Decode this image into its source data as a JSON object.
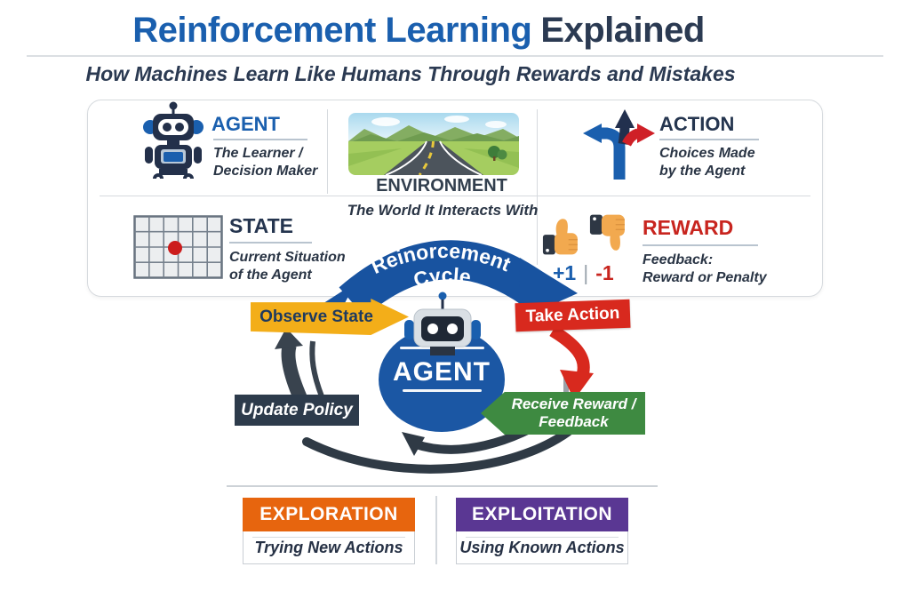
{
  "header": {
    "title_main": "Reinforcement Learning",
    "title_accent": "Explained",
    "subtitle": "How Machines Learn Like Humans Through Rewards and Mistakes"
  },
  "concepts": {
    "agent": {
      "label": "AGENT",
      "desc1": "The Learner /",
      "desc2": "Decision Maker",
      "icon": "robot-icon"
    },
    "environment": {
      "label": "ENVIRONMENT",
      "desc": "The World It Interacts With",
      "icon": "landscape-road-image"
    },
    "action": {
      "label": "ACTION",
      "desc1": "Choices Made",
      "desc2": "by the Agent",
      "icon": "direction-arrows-icon"
    },
    "state": {
      "label": "STATE",
      "desc1": "Current Situation",
      "desc2": "of the Agent",
      "icon": "grid-red-dot-icon"
    },
    "reward": {
      "label": "REWARD",
      "desc1": "Feedback:",
      "desc2": "Reward or Penalty",
      "plus": "+1",
      "sep": "|",
      "minus": "-1",
      "icon_up": "thumbs-up-icon",
      "icon_down": "thumbs-down-icon"
    }
  },
  "cycle": {
    "banner_top": "Reinorcement",
    "banner_bottom": "Cycle",
    "agent_label": "AGENT",
    "observe": "Observe State",
    "take_action": "Take Action",
    "receive1": "Receive Reward /",
    "receive2": "Feedback",
    "update": "Update Policy"
  },
  "strategies": {
    "exploration": {
      "label": "EXPLORATION",
      "desc": "Trying New Actions"
    },
    "exploitation": {
      "label": "EXPLOITATION",
      "desc": "Using Known Actions"
    }
  },
  "colors": {
    "accent_blue": "#1a5fae",
    "navy": "#25354f",
    "red": "#c8251f",
    "arrow_red": "#d8291e",
    "yellow": "#f3ae19",
    "green": "#3e8a41",
    "dark_box": "#2d3b4b",
    "ellipse_blue": "#1b57a4",
    "banner_blue": "#1853a0",
    "orange": "#e7650e",
    "purple": "#5a3793"
  }
}
